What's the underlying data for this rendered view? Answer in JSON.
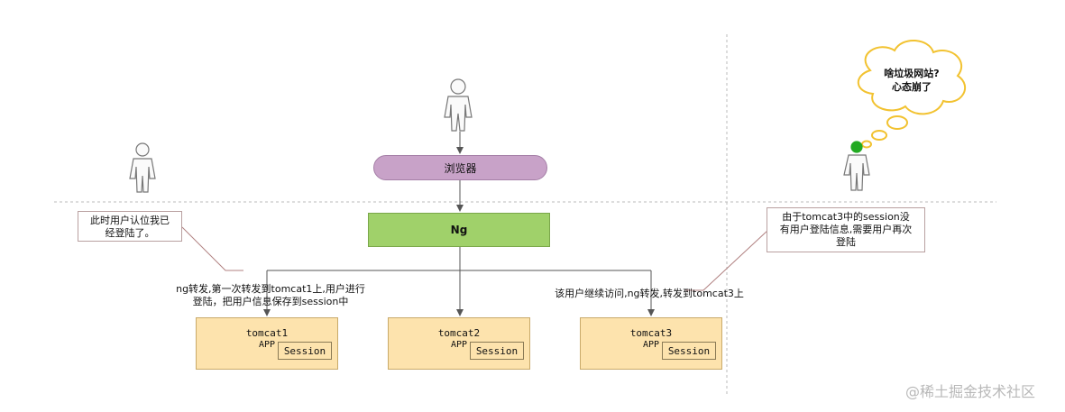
{
  "nodes": {
    "browser": "浏览器",
    "ng": "Ng",
    "tomcat1": {
      "name": "tomcat1",
      "app": "APP",
      "session": "Session"
    },
    "tomcat2": {
      "name": "tomcat2",
      "app": "APP",
      "session": "Session"
    },
    "tomcat3": {
      "name": "tomcat3",
      "app": "APP",
      "session": "Session"
    }
  },
  "notes": {
    "left_line1": "此时用户认位我已",
    "left_line2": "经登陆了。",
    "right_line1": "由于tomcat3中的session没",
    "right_line2": "有用户登陆信息,需要用户再次",
    "right_line3": "登陆"
  },
  "labels": {
    "first_line1": "ng转发,第一次转发到tomcat1上,用户进行",
    "first_line2": "登陆，把用户信息保存到session中",
    "second": "该用户继续访问,ng转发,转发到tomcat3上"
  },
  "thought": {
    "line1": "啥垃圾网站?",
    "line2": "心态崩了"
  },
  "watermark": "@稀土掘金技术社区",
  "colors": {
    "browser_fill": "#c8a2c8",
    "ng_fill": "#a0d16a",
    "tomcat_fill": "#fde3ad",
    "user_head_highlight": "#22aa22"
  }
}
